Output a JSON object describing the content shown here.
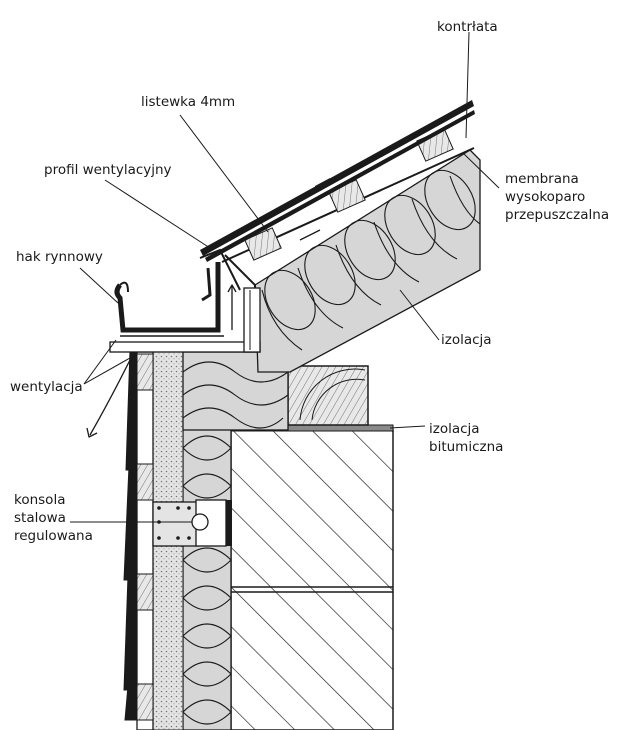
{
  "labels": {
    "kontrlata": "kontrłata",
    "listewka": "listewka 4mm",
    "profil": "profil wentylacyjny",
    "hak": "hak rynnowy",
    "membrana": [
      "membrana",
      "wysokoparo",
      "przepuszczalna"
    ],
    "izolacja": "izolacja",
    "wentylacja": "wentylacja",
    "izolacja_bitumiczna": [
      "izolacja",
      "bitumiczna"
    ],
    "konsola": [
      "konsola",
      "stalowa",
      "regulowana"
    ]
  },
  "colors": {
    "ink": "#1a1a1a",
    "insulation": "#d6d6d6",
    "wall": "#ffffff",
    "membrane": "#9a9a9a"
  }
}
